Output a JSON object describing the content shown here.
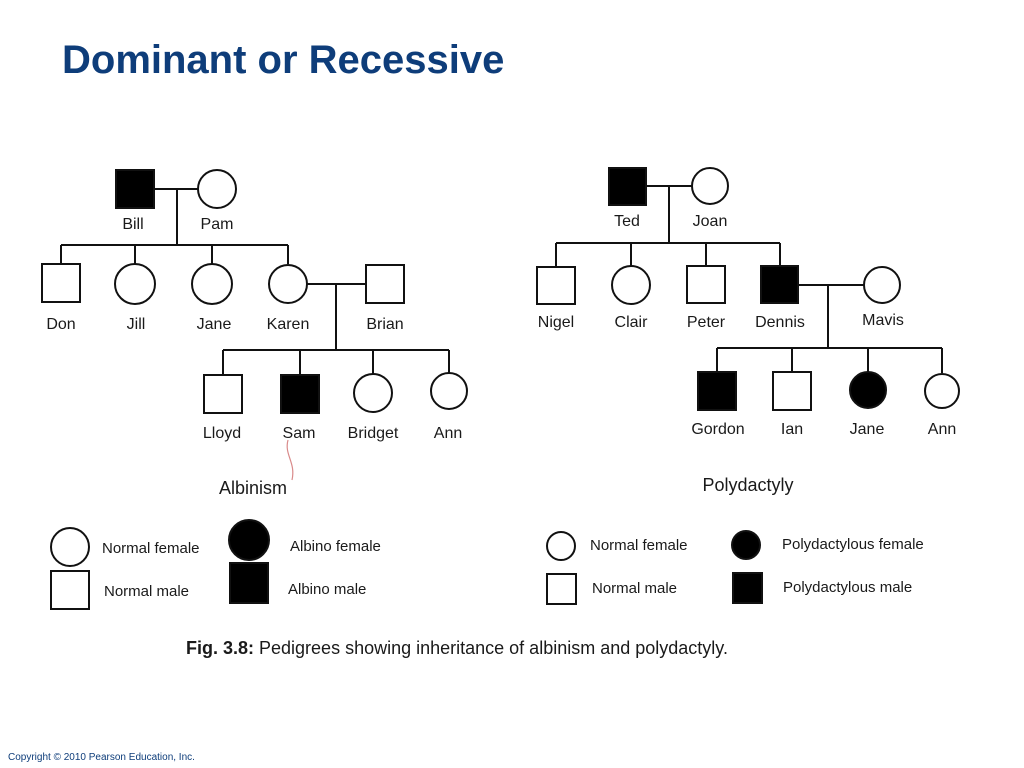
{
  "slide": {
    "title": "Dominant or Recessive",
    "copyright": "Copyright © 2010 Pearson Education, Inc."
  },
  "figure": {
    "caption_number": "Fig. 3.8:",
    "caption_text": " Pedigrees showing inheritance of albinism and polydactyly.",
    "colors": {
      "ink": "#111111",
      "affected": "#000000",
      "unaffected": "#ffffff",
      "title": "#0e3d7a"
    }
  },
  "albinism": {
    "title": "Albinism",
    "people": {
      "bill": {
        "name": "Bill",
        "sex": "male",
        "affected": true
      },
      "pam": {
        "name": "Pam",
        "sex": "female",
        "affected": false
      },
      "don": {
        "name": "Don",
        "sex": "male",
        "affected": false
      },
      "jill": {
        "name": "Jill",
        "sex": "female",
        "affected": false
      },
      "jane": {
        "name": "Jane",
        "sex": "female",
        "affected": false
      },
      "karen": {
        "name": "Karen",
        "sex": "female",
        "affected": false
      },
      "brian": {
        "name": "Brian",
        "sex": "male",
        "affected": false
      },
      "lloyd": {
        "name": "Lloyd",
        "sex": "male",
        "affected": false
      },
      "sam": {
        "name": "Sam",
        "sex": "male",
        "affected": true
      },
      "bridget": {
        "name": "Bridget",
        "sex": "female",
        "affected": false
      },
      "ann": {
        "name": "Ann",
        "sex": "female",
        "affected": false
      }
    },
    "legend": {
      "normal_female": "Normal female",
      "normal_male": "Normal male",
      "affected_female": "Albino female",
      "affected_male": "Albino male"
    }
  },
  "polydactyly": {
    "title": "Polydactyly",
    "people": {
      "ted": {
        "name": "Ted",
        "sex": "male",
        "affected": true
      },
      "joan": {
        "name": "Joan",
        "sex": "female",
        "affected": false
      },
      "nigel": {
        "name": "Nigel",
        "sex": "male",
        "affected": false
      },
      "clair": {
        "name": "Clair",
        "sex": "female",
        "affected": false
      },
      "peter": {
        "name": "Peter",
        "sex": "male",
        "affected": false
      },
      "dennis": {
        "name": "Dennis",
        "sex": "male",
        "affected": true
      },
      "mavis": {
        "name": "Mavis",
        "sex": "female",
        "affected": false
      },
      "gordon": {
        "name": "Gordon",
        "sex": "male",
        "affected": true
      },
      "ian": {
        "name": "Ian",
        "sex": "male",
        "affected": false
      },
      "jane": {
        "name": "Jane",
        "sex": "female",
        "affected": true
      },
      "ann": {
        "name": "Ann",
        "sex": "female",
        "affected": false
      }
    },
    "legend": {
      "normal_female": "Normal female",
      "normal_male": "Normal male",
      "affected_female": "Polydactylous female",
      "affected_male": "Polydactylous male"
    }
  }
}
